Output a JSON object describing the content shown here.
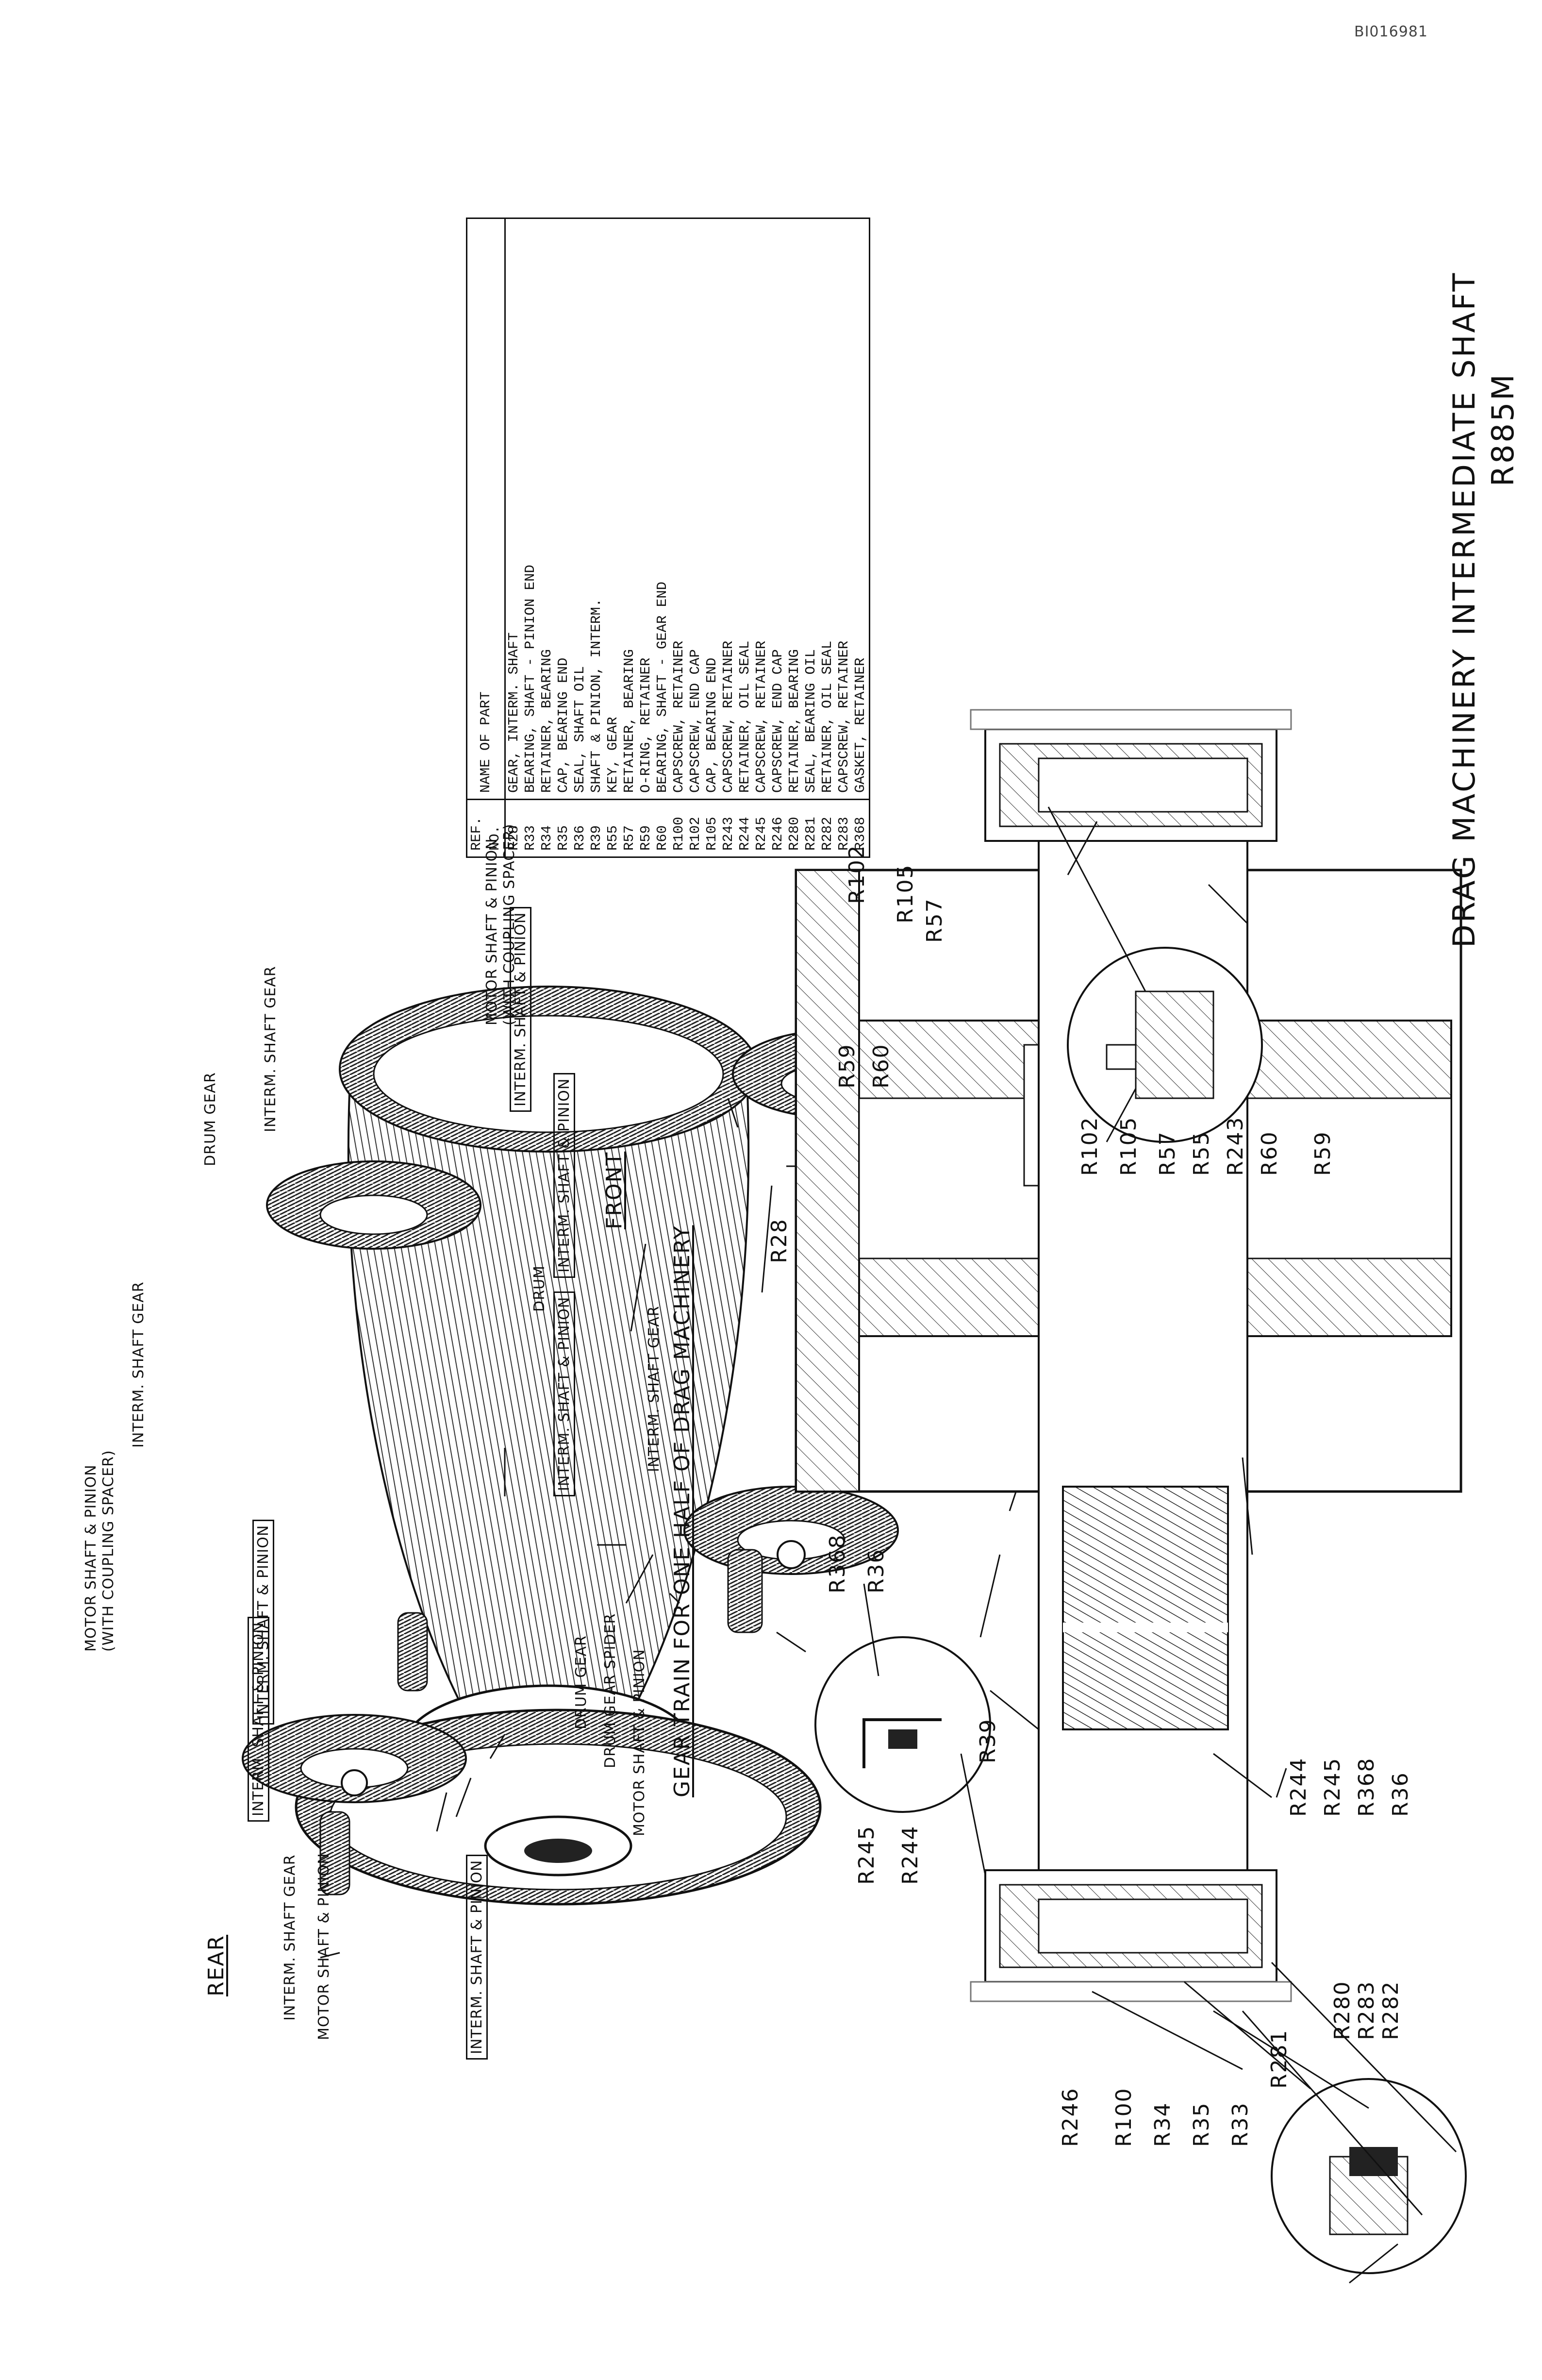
{
  "document_id": "BI016981",
  "title": {
    "line1": "DRAG MACHINERY INTERMEDIATE SHAFT",
    "line2": "R885M"
  },
  "gear_train": {
    "caption": "GEAR TRAIN FOR ONE HALF OF DRAG MACHINERY",
    "rear_label": "REAR",
    "front_label": "FRONT",
    "labels": {
      "motor_shaft_pinion_spacer_1": "MOTOR SHAFT & PINION",
      "motor_shaft_pinion_spacer_2": "(WITH COUPLING SPACER)",
      "interm_shaft_gear_top": "INTERM. SHAFT GEAR",
      "drum_gear_top": "DRUM GEAR",
      "interm_shaft_gear_right": "INTERM. SHAFT GEAR",
      "motor_shaft_pinion_right_1": "MOTOR SHAFT & PINION",
      "motor_shaft_pinion_right_2": "(WITH COUPLING SPACER)",
      "interm_shaft_pinion_box_right": "INTERM. SHAFT & PINION",
      "interm_shaft_pinion_box_center": "INTERM. SHAFT & PINION",
      "drum": "DRUM",
      "interm_shaft_pinion_box_mid": "INTERM. SHAFT & PINION",
      "interm_shaft_gear_bottom": "INTERM. SHAFT GEAR",
      "interm_shaft_pinion_box_top": "INTERM. SHAFT & PINION",
      "interm_shaft_gear_left": "INTERM. SHAFT GEAR",
      "motor_shaft_pinion_left": "MOTOR SHAFT & PINION",
      "interm_shaft_pinion_box_left": "INTERM. SHAFT & PINION",
      "drum_gear_bottom": "DRUM GEAR",
      "drum_gear_spider": "DRUM GEAR SPIDER",
      "motor_shaft_pinion_bottom": "MOTOR SHAFT & PINION"
    }
  },
  "parts_table": {
    "col_ref_line1": "REF.",
    "col_ref_line2": "NO.",
    "col_name": "NAME OF PART",
    "rows": [
      {
        "ref": "R28",
        "name": "GEAR, INTERM. SHAFT"
      },
      {
        "ref": "R33",
        "name": "BEARING, SHAFT - PINION END"
      },
      {
        "ref": "R34",
        "name": "RETAINER, BEARING"
      },
      {
        "ref": "R35",
        "name": "CAP, BEARING END"
      },
      {
        "ref": "R36",
        "name": "SEAL, SHAFT OIL"
      },
      {
        "ref": "R39",
        "name": "SHAFT & PINION, INTERM."
      },
      {
        "ref": "R55",
        "name": "KEY, GEAR"
      },
      {
        "ref": "R57",
        "name": "RETAINER, BEARING"
      },
      {
        "ref": "R59",
        "name": "O-RING, RETAINER"
      },
      {
        "ref": "R60",
        "name": "BEARING, SHAFT - GEAR END"
      },
      {
        "ref": "R100",
        "name": "CAPSCREW, RETAINER"
      },
      {
        "ref": "R102",
        "name": "CAPSCREW, END CAP"
      },
      {
        "ref": "R105",
        "name": "CAP, BEARING END"
      },
      {
        "ref": "R243",
        "name": "CAPSCREW, RETAINER"
      },
      {
        "ref": "R244",
        "name": "RETAINER, OIL SEAL"
      },
      {
        "ref": "R245",
        "name": "CAPSCREW, RETAINER"
      },
      {
        "ref": "R246",
        "name": "CAPSCREW, END CAP"
      },
      {
        "ref": "R280",
        "name": "RETAINER, BEARING"
      },
      {
        "ref": "R281",
        "name": "SEAL, BEARING OIL"
      },
      {
        "ref": "R282",
        "name": "RETAINER, OIL SEAL"
      },
      {
        "ref": "R283",
        "name": "CAPSCREW, RETAINER"
      },
      {
        "ref": "R368",
        "name": "GASKET, RETAINER"
      }
    ]
  },
  "callouts": {
    "R28": "R28",
    "R33": "R33",
    "R34": "R34",
    "R35": "R35",
    "R36": "R36",
    "R39": "R39",
    "R55": "R55",
    "R57": "R57",
    "R59": "R59",
    "R60": "R60",
    "R100": "R100",
    "R102": "R102",
    "R105": "R105",
    "R243": "R243",
    "R244": "R244",
    "R245": "R245",
    "R246": "R246",
    "R280": "R280",
    "R281": "R281",
    "R282": "R282",
    "R283": "R283",
    "R368": "R368"
  }
}
